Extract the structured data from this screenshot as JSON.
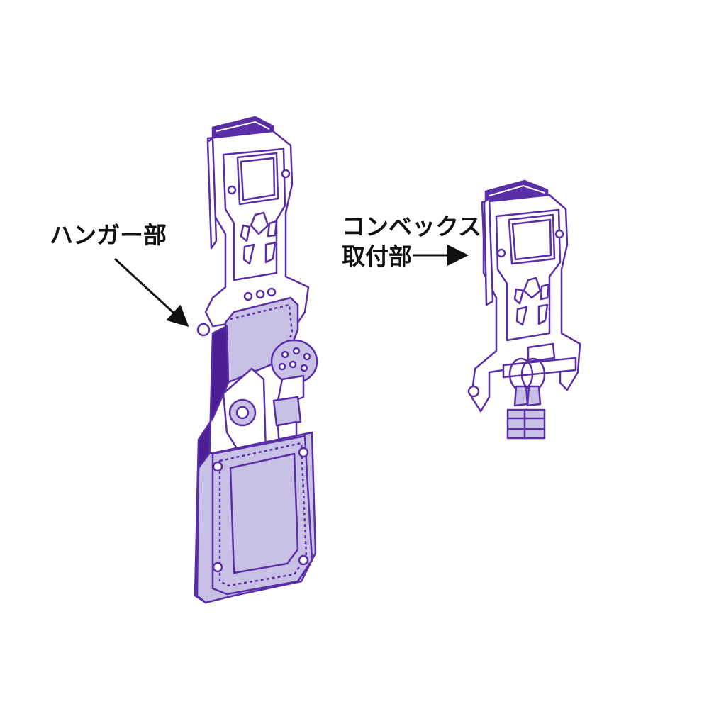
{
  "labels": {
    "hanger": "ハンガー部",
    "convex_line1": "コンベックス",
    "convex_line2": "取付部"
  },
  "colors": {
    "outline": "#5a2ea6",
    "fill_light": "#c9c0e6",
    "fill_dark": "#4b1f93",
    "text": "#111111"
  }
}
